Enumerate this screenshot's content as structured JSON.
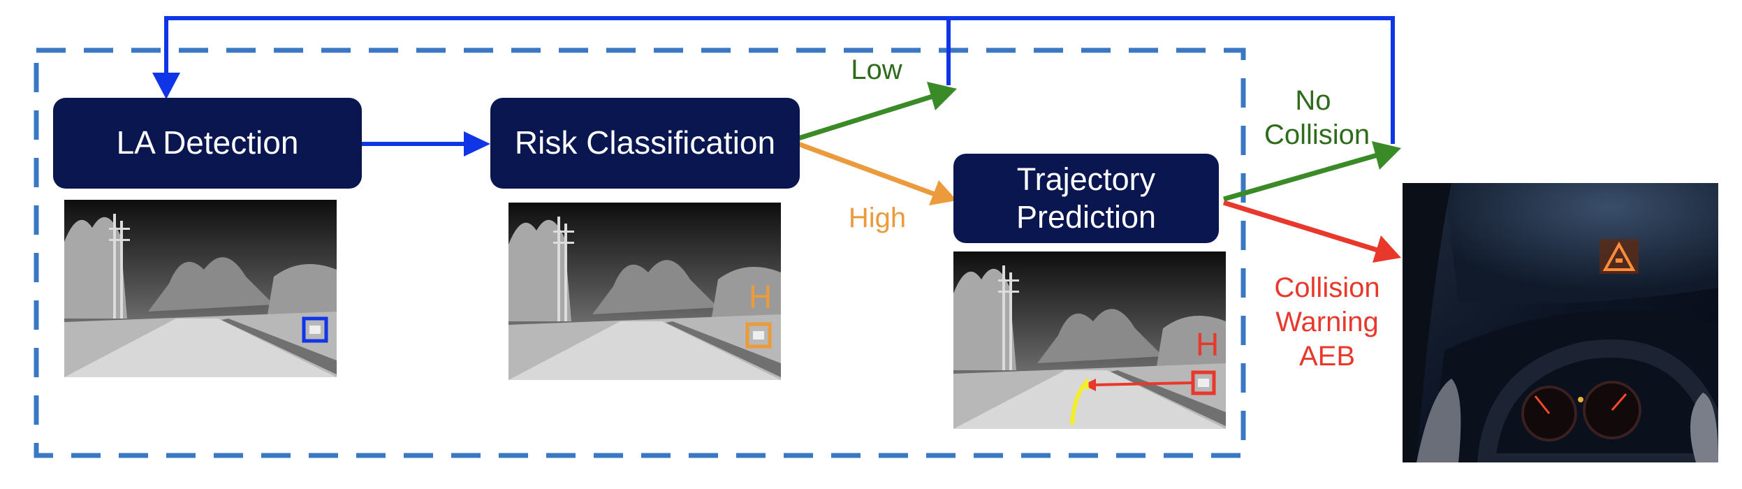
{
  "nodes": {
    "la_detection": "LA Detection",
    "risk_classification": "Risk Classification",
    "trajectory_prediction": "Trajectory\nPrediction"
  },
  "branches": {
    "low": "Low",
    "high": "High",
    "no_collision": "No\nCollision",
    "collision": "Collision\nWarning\nAEB"
  },
  "risk_marks": {
    "stage2": "H",
    "stage3": "H"
  },
  "colors": {
    "node_fill": "#0a1650",
    "flow_blue": "#1035e6",
    "low_green": "#3a8a28",
    "label_green": "#2e6b1a",
    "high_orange": "#eb9a3c",
    "collision_red": "#e8382c",
    "frame_dashed": "#3a78c4",
    "trajectory_yellow": "#f2ee2a"
  },
  "icons": {
    "thermal_frames": "thermal-road-scene-image",
    "dashboard": "car-dashboard-warning-image",
    "warning": "animal-warning-triangle-icon"
  }
}
